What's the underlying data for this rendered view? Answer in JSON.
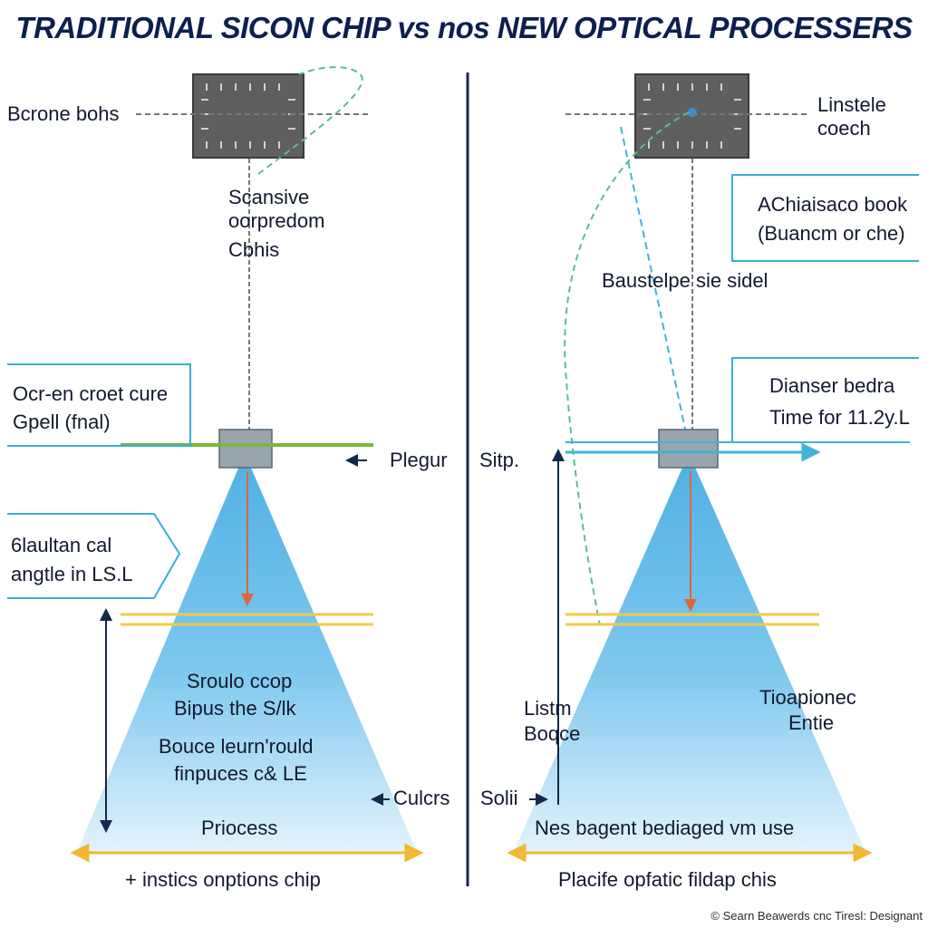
{
  "title": "TRADITIONAL SICON CHIP vs nos NEW OPTICAL PROCESSERS",
  "left": {
    "chip_label": "Bcrone bohs",
    "desc": [
      "Scansive",
      "oorpredom",
      "Cbhis"
    ],
    "box1": [
      "Ocr-en croet cure",
      "Gpell (fnal)"
    ],
    "box2": [
      "6laultan cal",
      "angtle in LS.L"
    ],
    "pointer_label": "Plegur",
    "beam_text1": [
      "Sroulo ccop",
      "Bipus the S/lk"
    ],
    "beam_text2": [
      "Bouce leurn'rould",
      "finpuces c& LE"
    ],
    "beam_bottom": "Priocess",
    "side_label": "Culcrs",
    "caption": "+ instics onptions chip"
  },
  "right": {
    "chip_label": [
      "Linstele",
      "coech"
    ],
    "box1": [
      "AChiaisaco book",
      "(Buancm or che)"
    ],
    "mid_label": "Baustelpe sie sidel",
    "box2": [
      "Dianser bedra",
      "Time for 11.2y.L"
    ],
    "pointer_label": "Sitp.",
    "beam_left": [
      "Listm",
      "Boqce"
    ],
    "beam_right": [
      "Tioapionec",
      "Entie"
    ],
    "beam_bottom": "Nes bagent bediaged vm use",
    "side_label": "Solii",
    "caption": "Placife opfatic fildap chis"
  },
  "footer": "© Searn Beawerds cnc Tiresl: Designant",
  "colors": {
    "title": "#0d1f4f",
    "beam": "#5bb6e6",
    "chip": "#5a5a5a",
    "green_bar": "#7ab83a",
    "cyan_bar": "#3fb4d8",
    "yellow_bar": "#f2c94c",
    "red_arrow": "#e0653a",
    "navy": "#13294b",
    "box_border": "#3aaed8",
    "dashed_green": "#5cbf86"
  }
}
